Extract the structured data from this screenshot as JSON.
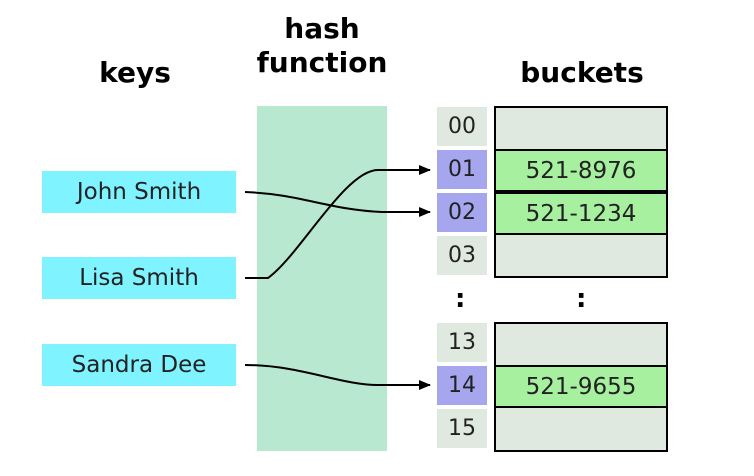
{
  "headers": {
    "keys": "keys",
    "hash_function": "hash\nfunction",
    "buckets": "buckets"
  },
  "keys": [
    {
      "label": "John Smith"
    },
    {
      "label": "Lisa Smith"
    },
    {
      "label": "Sandra Dee"
    }
  ],
  "indices": [
    "00",
    "01",
    "02",
    "03",
    "13",
    "14",
    "15"
  ],
  "ellipsis": ":",
  "buckets": [
    {
      "index": "00",
      "value": ""
    },
    {
      "index": "01",
      "value": "521-8976"
    },
    {
      "index": "02",
      "value": "521-1234"
    },
    {
      "index": "03",
      "value": ""
    },
    {
      "index": "13",
      "value": ""
    },
    {
      "index": "14",
      "value": "521-9655"
    },
    {
      "index": "15",
      "value": ""
    }
  ],
  "mappings": [
    {
      "key": "John Smith",
      "bucket": "02"
    },
    {
      "key": "Lisa Smith",
      "bucket": "01"
    },
    {
      "key": "Sandra Dee",
      "bucket": "14"
    }
  ],
  "colors": {
    "key_fill": "#7ff3ff",
    "hash_band": "#b8e8cf",
    "index_empty": "#e0e9df",
    "index_used": "#a6a6ee",
    "bucket_empty": "#e0e9df",
    "bucket_filled": "#a6f0a0"
  }
}
